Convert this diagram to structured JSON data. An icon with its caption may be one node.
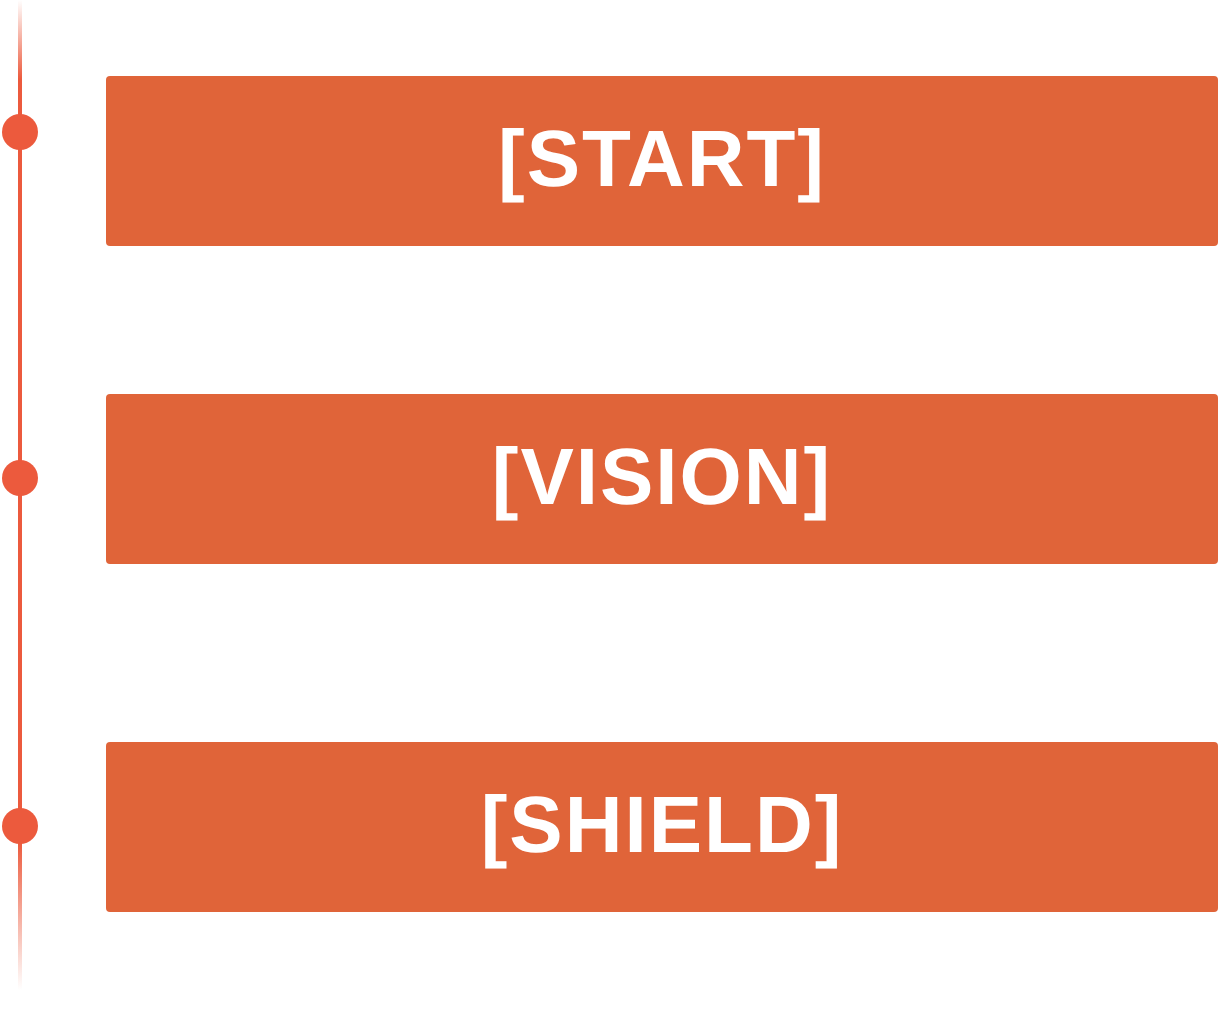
{
  "diagram": {
    "nodes": [
      {
        "text": [
          "[START]"
        ]
      },
      {
        "text": [
          "[VISION]"
        ]
      },
      {
        "text": [
          "[SHIELD]"
        ]
      }
    ]
  }
}
